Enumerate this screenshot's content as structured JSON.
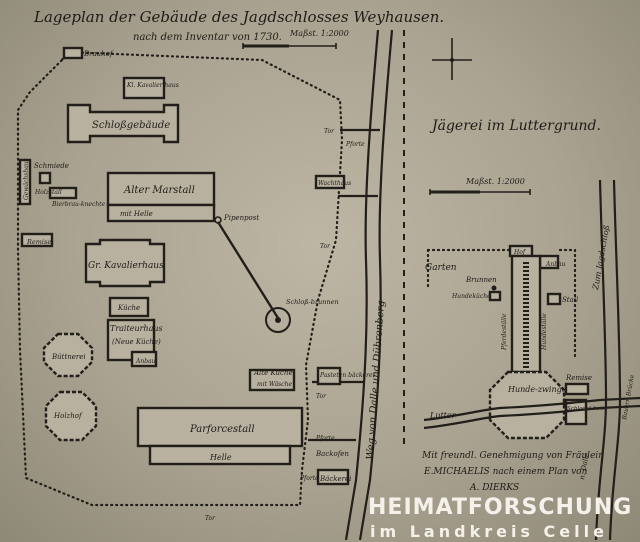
{
  "title": "Lageplan der Gebäude des Jagdschlosses Weyhausen.",
  "subtitle": "nach dem Inventar von 1730.",
  "scale_left": "Maßst. 1:2000",
  "scale_right": "Maßst. 1:2000",
  "right_title": "Jägerei im Luttergrund.",
  "buildings": {
    "bruewhof": "Brauhof",
    "kavalierhaus_kl": "Kl. Kavalier haus",
    "schlossgebaeude": "Schloßgebäude",
    "schmiede": "Schmiede",
    "holzstall": "Holzstall",
    "rentmeister": "Bierbrau-knechte",
    "garten": "Gewächshaus",
    "alter_marstall": "Alter Marstall",
    "mit_helle": "mit Helle",
    "remise": "Remise",
    "gr_kavalierhaus": "Gr. Kavalierhaus",
    "kueche": "Küche",
    "traiteurhaus": "Traiteurhaus",
    "neue_kueche": "(Neue Küche)",
    "anbau": "Anbau",
    "buettnerei": "Büttnerei",
    "holzhof": "Holzhof",
    "pipenpost": "Pipenpost",
    "schlossbrunnen": "Schloß-brunnen",
    "alte_kueche": "Alte Küche",
    "muehlung": "mit Wäsche",
    "paderborn": "Pasteten bäckerei",
    "parforcestall": "Parforcestall",
    "helle": "Helle",
    "backofen": "Backofen",
    "baeckerei": "Bäckerei",
    "wachthaus": "Wachthaus",
    "pforte_top": "Pforte",
    "pforte_mid": "Pforte",
    "pforte_low": "Pforte",
    "tor_top": "Tor",
    "tor_mid": "Tor",
    "tor_bottom": "Tor",
    "tor_bottom2": "Tor"
  },
  "road_label": "Weg von Dalle und Dübrenberg",
  "hunting": {
    "hof": "Hof",
    "anbau": "Anbau",
    "garten": "Garten",
    "brunnen": "Brunnen",
    "hundekueche": "Hundeküche",
    "stall": "Stall",
    "hundezwinger": "Hunde-zwinger",
    "pferdestaelle": "Pferdeställe",
    "hundestaelle": "Hundeställe",
    "remise": "Remise",
    "schlachthaus": "Schlacht-haus",
    "lutter": "Lutter",
    "zum_jagdschloss": "Zum Jagdschloß",
    "nach_dalle": "n. Dalle",
    "bruecke": "Bauern Brücke"
  },
  "credit_line1": "Mit freundl. Genehmigung von Fräulein",
  "credit_line2": "E.MICHAELIS nach einem Plan von",
  "credit_line3": "A. DIERKS",
  "watermark_line1": "HEIMATFORSCHUNG",
  "watermark_line2": "im Landkreis Celle",
  "compass": {
    "n": "",
    "s": ""
  }
}
